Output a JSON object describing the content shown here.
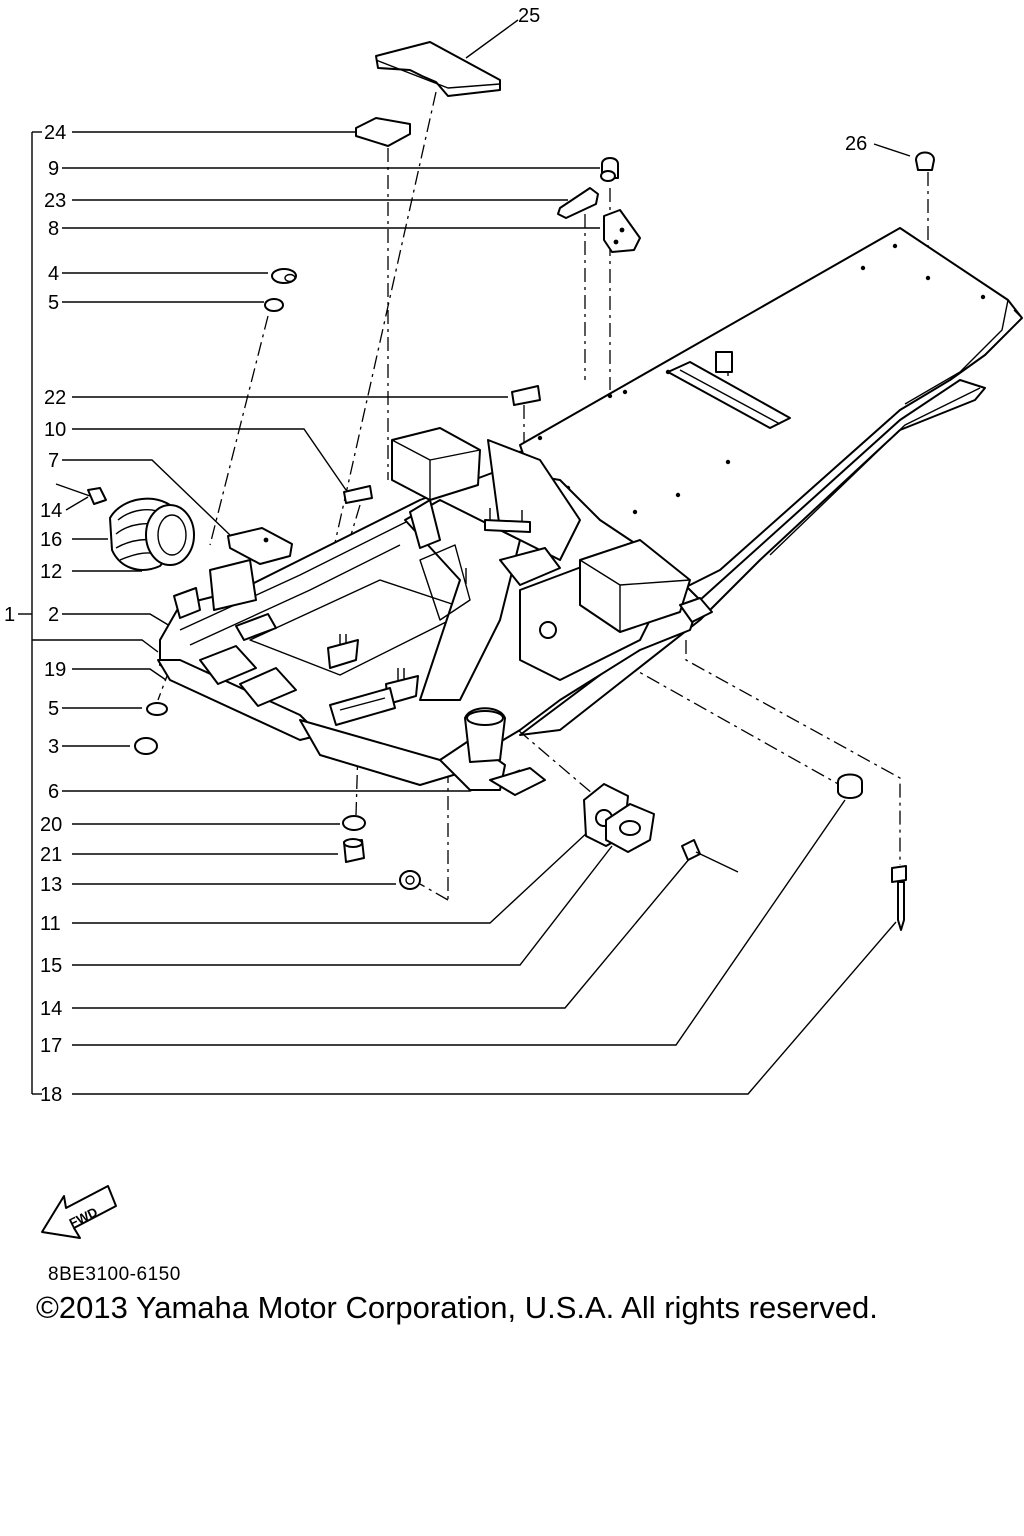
{
  "callouts": {
    "c1": "1",
    "c2": "2",
    "c3": "3",
    "c4": "4",
    "c5a": "5",
    "c5b": "5",
    "c6": "6",
    "c7": "7",
    "c8": "8",
    "c9": "9",
    "c10": "10",
    "c11": "11",
    "c12": "12",
    "c13": "13",
    "c14a": "14",
    "c14b": "14",
    "c15": "15",
    "c16": "16",
    "c17": "17",
    "c18": "18",
    "c19": "19",
    "c20": "20",
    "c21": "21",
    "c22": "22",
    "c23": "23",
    "c24": "24",
    "c25": "25",
    "c26": "26"
  },
  "fwd_label": "FWD",
  "ref_code": "8BE3100-6150",
  "copyright": "©2013 Yamaha Motor Corporation, U.S.A. All rights reserved."
}
